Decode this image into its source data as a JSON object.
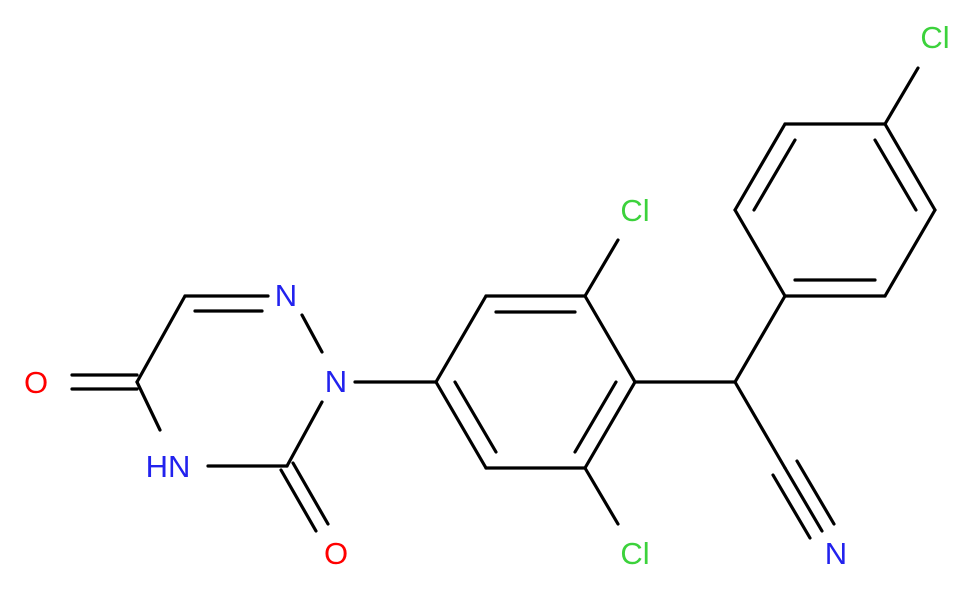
{
  "colors": {
    "bond": "#000000",
    "chlorine": "#3cd23c",
    "nitrogen": "#2222ee",
    "oxygen": "#ff0000",
    "background": "#ffffff"
  },
  "atoms": {
    "cl_top": "Cl",
    "cl_upper": "Cl",
    "cl_lower": "Cl",
    "n_ring_top": "N",
    "n_ring_mid": "N",
    "nh_ring": "HN",
    "o_left": "O",
    "o_bottom": "O",
    "n_nitrile": "N"
  }
}
